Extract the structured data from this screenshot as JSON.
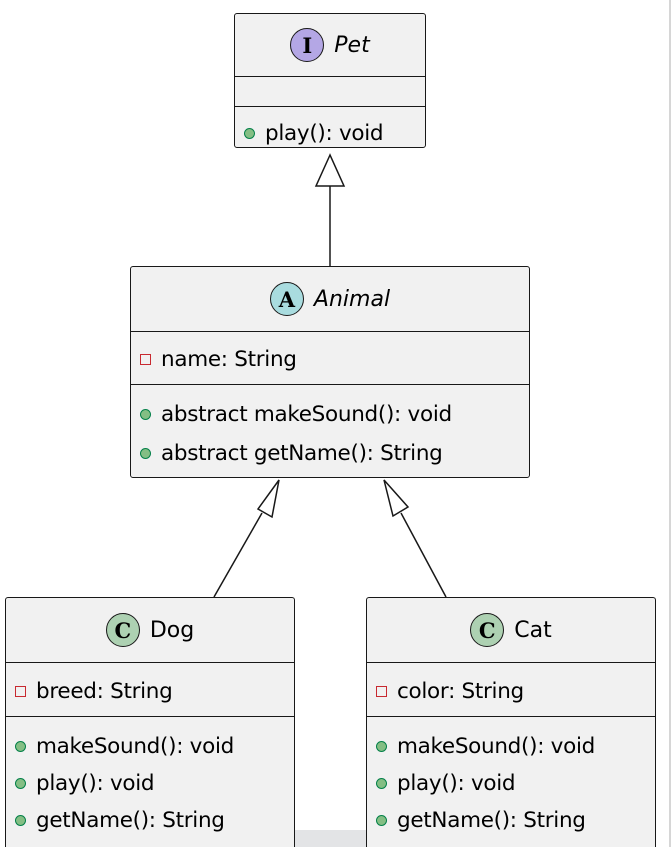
{
  "classes": {
    "pet": {
      "stereotype_letter": "I",
      "name": "Pet",
      "fields": [],
      "methods": [
        {
          "visibility": "public",
          "text": "play(): void"
        }
      ]
    },
    "animal": {
      "stereotype_letter": "A",
      "name": "Animal",
      "fields": [
        {
          "visibility": "private",
          "text": "name: String"
        }
      ],
      "methods": [
        {
          "visibility": "public",
          "text": "abstract makeSound(): void"
        },
        {
          "visibility": "public",
          "text": "abstract getName(): String"
        }
      ]
    },
    "dog": {
      "stereotype_letter": "C",
      "name": "Dog",
      "fields": [
        {
          "visibility": "private",
          "text": "breed: String"
        }
      ],
      "methods": [
        {
          "visibility": "public",
          "text": "makeSound(): void"
        },
        {
          "visibility": "public",
          "text": "play(): void"
        },
        {
          "visibility": "public",
          "text": "getName(): String"
        }
      ]
    },
    "cat": {
      "stereotype_letter": "C",
      "name": "Cat",
      "fields": [
        {
          "visibility": "private",
          "text": "color: String"
        }
      ],
      "methods": [
        {
          "visibility": "public",
          "text": "makeSound(): void"
        },
        {
          "visibility": "public",
          "text": "play(): void"
        },
        {
          "visibility": "public",
          "text": "getName(): String"
        }
      ]
    }
  },
  "relations": [
    {
      "type": "realization",
      "from": "animal",
      "to": "pet"
    },
    {
      "type": "generalization",
      "from": "dog",
      "to": "animal"
    },
    {
      "type": "generalization",
      "from": "cat",
      "to": "animal"
    }
  ],
  "colors": {
    "class_fill": "#f1f1f1",
    "border": "#181818",
    "interface_badge": "#b4a7e5",
    "abstract_badge": "#a9dcdf",
    "class_badge": "#add1b2",
    "public_dot": "#84be84",
    "private_square": "#c82930"
  }
}
